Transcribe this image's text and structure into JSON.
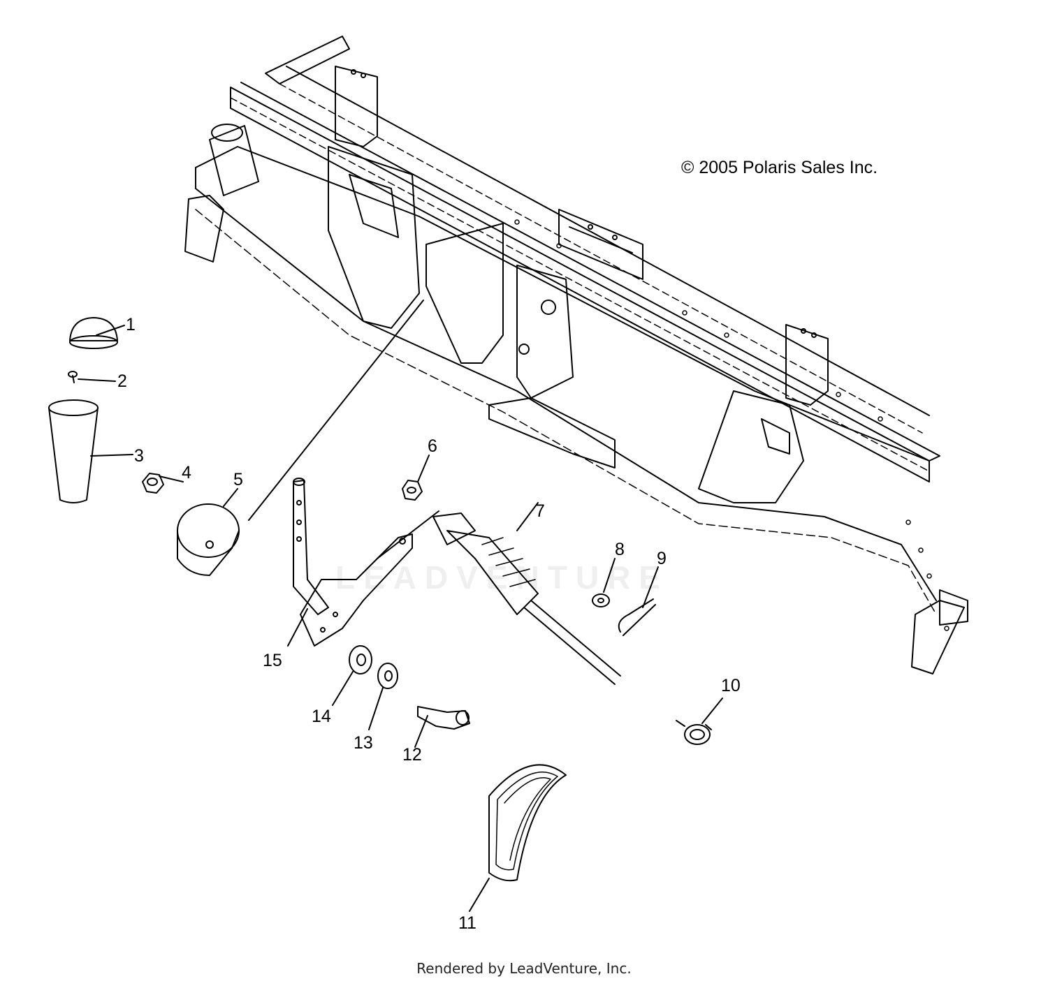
{
  "copyright": "© 2005 Polaris Sales Inc.",
  "footer": "Rendered by LeadVenture, Inc.",
  "watermark": "LEADVENTURE",
  "callouts": [
    "1",
    "2",
    "3",
    "4",
    "5",
    "6",
    "7",
    "8",
    "9",
    "10",
    "11",
    "12",
    "13",
    "14",
    "15"
  ]
}
